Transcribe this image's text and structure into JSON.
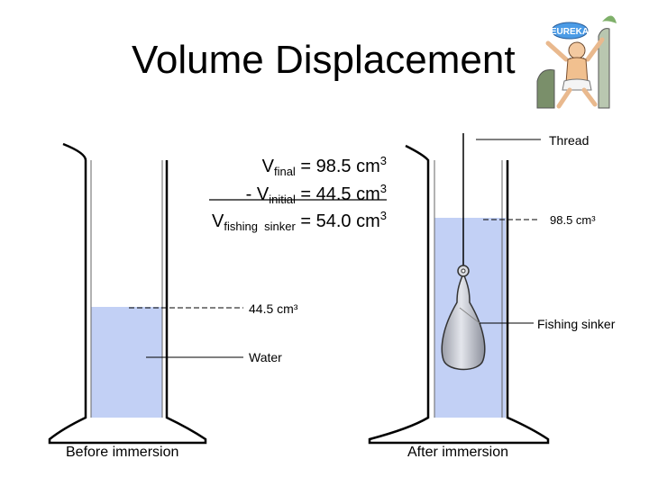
{
  "title": "Volume Displacement",
  "equation": {
    "final": {
      "symbol": "V",
      "sub": "final",
      "rest": " = 98.5 cm",
      "exp": "3"
    },
    "initial": {
      "prefix": "- V",
      "sub": "initial",
      "rest": " = 44.5 cm",
      "exp": "3"
    },
    "result": {
      "symbol": "V",
      "sub": "fishing  sinker",
      "rest": " = 54.0 cm",
      "exp": "3"
    }
  },
  "labels": {
    "thread": "Thread",
    "final_volume": "98.5 cm³",
    "initial_volume": "44.5 cm³",
    "fishing_sinker": "Fishing sinker",
    "water": "Water"
  },
  "captions": {
    "before": "Before immersion",
    "after": "After immersion"
  },
  "colors": {
    "water": "#c2d0f5",
    "sinker": "#b9bcc6",
    "glass": "#000000"
  },
  "icons": {
    "eureka_cartoon": "archimedes-eureka-icon"
  }
}
